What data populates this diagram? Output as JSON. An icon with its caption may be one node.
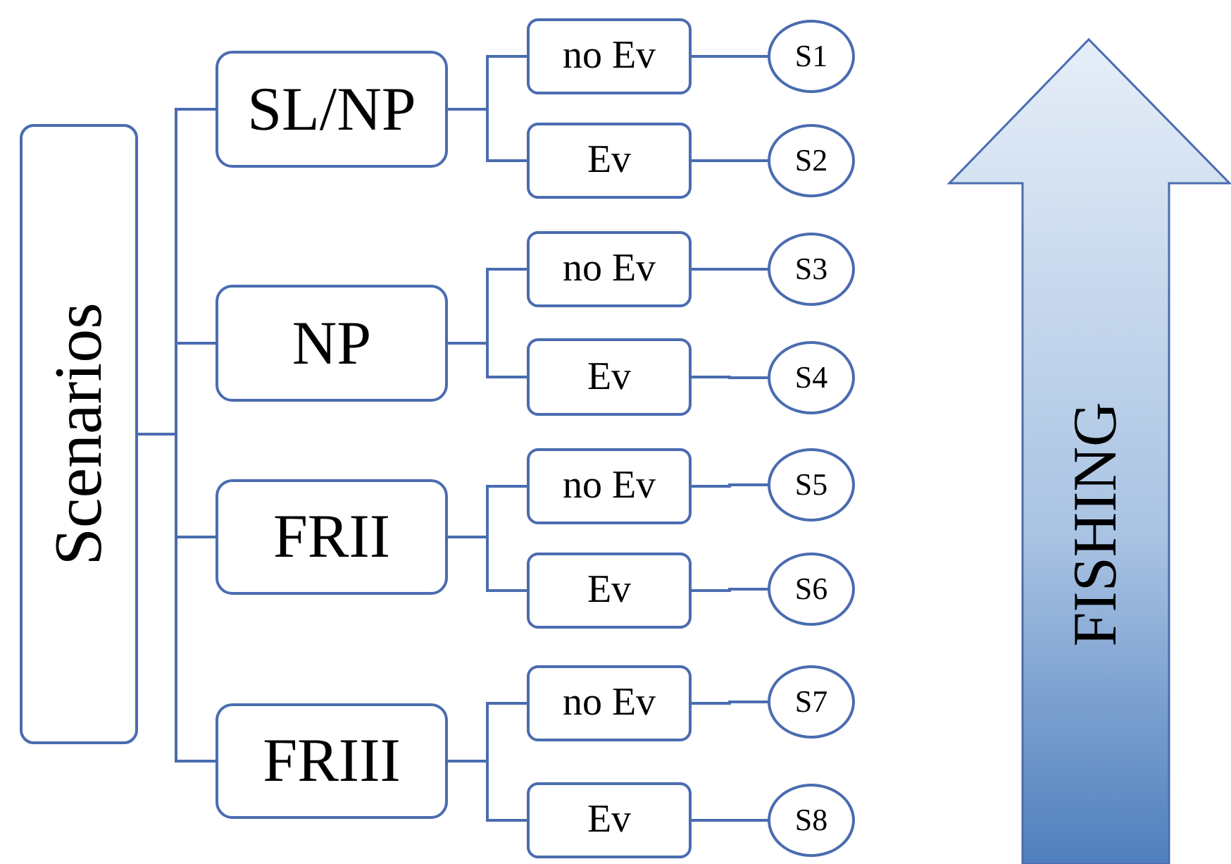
{
  "diagram": {
    "nodes": [
      {
        "text": [
          "Scenarios"
        ]
      },
      {
        "text": [
          "SL/NP"
        ]
      },
      {
        "text": [
          "no Ev"
        ]
      },
      {
        "text": [
          "S1"
        ]
      },
      {
        "text": [
          "Ev"
        ]
      },
      {
        "text": [
          "S2"
        ]
      },
      {
        "text": [
          "NP"
        ]
      },
      {
        "text": [
          "no Ev"
        ]
      },
      {
        "text": [
          "S3"
        ]
      },
      {
        "text": [
          "Ev"
        ]
      },
      {
        "text": [
          "S4"
        ]
      },
      {
        "text": [
          "FRII"
        ]
      },
      {
        "text": [
          "no Ev"
        ]
      },
      {
        "text": [
          "S5"
        ]
      },
      {
        "text": [
          "Ev"
        ]
      },
      {
        "text": [
          "S6"
        ]
      },
      {
        "text": [
          "FRIII"
        ]
      },
      {
        "text": [
          "no Ev"
        ]
      },
      {
        "text": [
          "S7"
        ]
      },
      {
        "text": [
          "Ev"
        ]
      },
      {
        "text": [
          "S8"
        ]
      }
    ],
    "edges": [
      {
        "from": 0,
        "to": 1,
        "arrow": "none"
      },
      {
        "from": 0,
        "to": 6,
        "arrow": "none"
      },
      {
        "from": 0,
        "to": 11,
        "arrow": "none"
      },
      {
        "from": 0,
        "to": 16,
        "arrow": "none"
      },
      {
        "from": 1,
        "to": 2,
        "arrow": "none"
      },
      {
        "from": 1,
        "to": 4,
        "arrow": "none"
      },
      {
        "from": 6,
        "to": 7,
        "arrow": "none"
      },
      {
        "from": 6,
        "to": 9,
        "arrow": "none"
      },
      {
        "from": 11,
        "to": 12,
        "arrow": "none"
      },
      {
        "from": 11,
        "to": 14,
        "arrow": "none"
      },
      {
        "from": 16,
        "to": 17,
        "arrow": "none"
      },
      {
        "from": 16,
        "to": 19,
        "arrow": "none"
      },
      {
        "from": 2,
        "to": 3,
        "arrow": "none"
      },
      {
        "from": 4,
        "to": 5,
        "arrow": "none"
      },
      {
        "from": 7,
        "to": 8,
        "arrow": "none"
      },
      {
        "from": 9,
        "to": 10,
        "arrow": "none"
      },
      {
        "from": 12,
        "to": 13,
        "arrow": "none"
      },
      {
        "from": 14,
        "to": 15,
        "arrow": "none"
      },
      {
        "from": 17,
        "to": 18,
        "arrow": "none"
      },
      {
        "from": 19,
        "to": 20,
        "arrow": "none"
      }
    ],
    "labels": [
      "FISHING"
    ]
  }
}
